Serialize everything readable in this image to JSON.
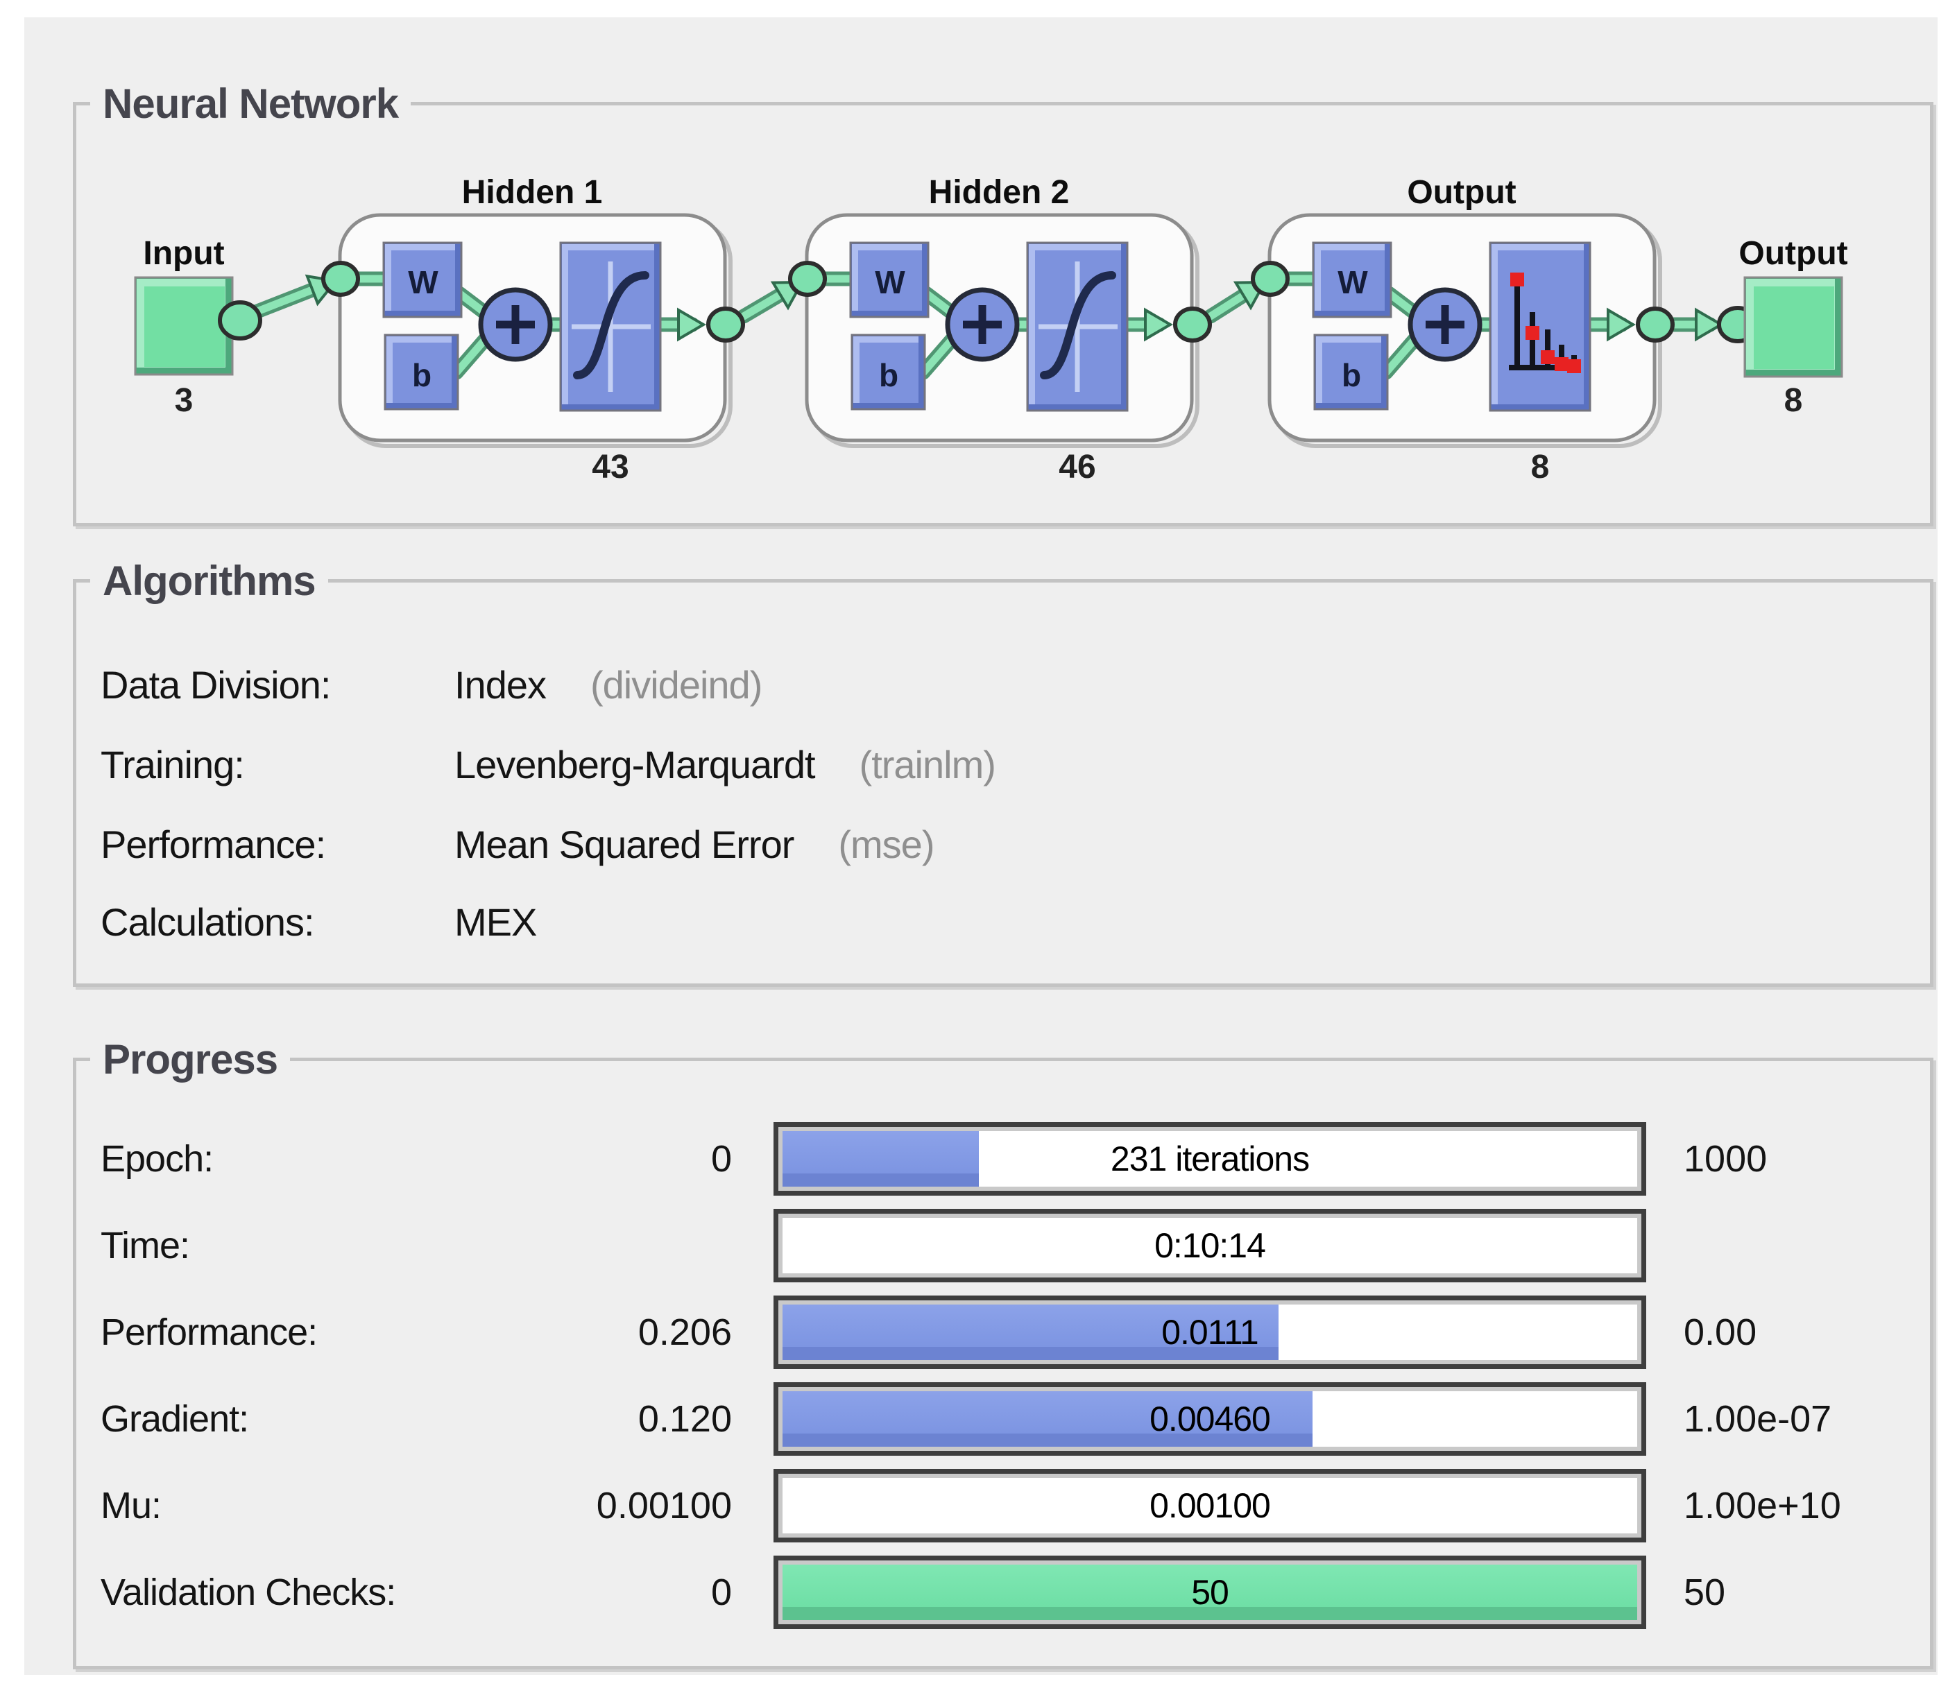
{
  "panels": {
    "neural_network": {
      "title": "Neural Network",
      "diagram": {
        "input": {
          "label": "Input",
          "size": "3"
        },
        "layers": [
          {
            "title": "Hidden 1",
            "weight_label": "W",
            "bias_label": "b",
            "size": "43",
            "transfer": "tansig"
          },
          {
            "title": "Hidden 2",
            "weight_label": "W",
            "bias_label": "b",
            "size": "46",
            "transfer": "tansig"
          },
          {
            "title": "Output",
            "weight_label": "W",
            "bias_label": "b",
            "size": "8",
            "transfer": "stem-plot"
          }
        ],
        "output": {
          "label": "Output",
          "size": "8"
        }
      }
    },
    "algorithms": {
      "title": "Algorithms",
      "rows": [
        {
          "label": "Data Division:",
          "value": "Index",
          "code": "(divideind)"
        },
        {
          "label": "Training:",
          "value": "Levenberg-Marquardt",
          "code": "(trainlm)"
        },
        {
          "label": "Performance:",
          "value": "Mean Squared Error",
          "code": "(mse)"
        },
        {
          "label": "Calculations:",
          "value": "MEX",
          "code": ""
        }
      ]
    },
    "progress": {
      "title": "Progress",
      "rows": [
        {
          "label": "Epoch:",
          "min": "0",
          "bar_text": "231 iterations",
          "max": "1000",
          "fill_percent": 23,
          "fill_color": "blue"
        },
        {
          "label": "Time:",
          "min": "",
          "bar_text": "0:10:14",
          "max": "",
          "fill_percent": 0,
          "fill_color": "none"
        },
        {
          "label": "Performance:",
          "min": "0.206",
          "bar_text": "0.0111",
          "max": "0.00",
          "fill_percent": 58,
          "fill_color": "blue"
        },
        {
          "label": "Gradient:",
          "min": "0.120",
          "bar_text": "0.00460",
          "max": "1.00e-07",
          "fill_percent": 62,
          "fill_color": "blue"
        },
        {
          "label": "Mu:",
          "min": "0.00100",
          "bar_text": "0.00100",
          "max": "1.00e+10",
          "fill_percent": 0,
          "fill_color": "none"
        },
        {
          "label": "Validation Checks:",
          "min": "0",
          "bar_text": "50",
          "max": "50",
          "fill_percent": 100,
          "fill_color": "green"
        }
      ]
    }
  },
  "colors": {
    "panel_background": "#efefef",
    "groupbox_border": "#c3c3c3",
    "progress_fill_blue": "#7d95e2",
    "progress_fill_green": "#6fdfa6",
    "block_blue": "#7d92dd",
    "io_green": "#72dfa3",
    "connector_green": "#8ce4b5",
    "stem_marker_red": "#e82222"
  }
}
